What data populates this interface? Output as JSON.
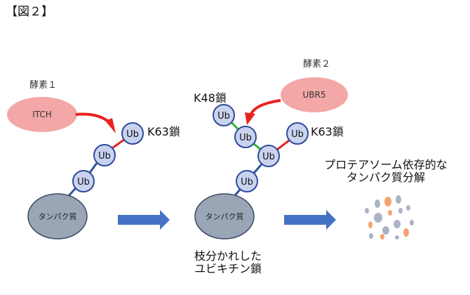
{
  "figure_label": "【図２】",
  "enzyme1": {
    "label": "酵素１",
    "name": "ITCH"
  },
  "enzyme2": {
    "label": "酵素２",
    "name": "UBR5"
  },
  "ubiquitin_label": "Ub",
  "protein_label": "タンパク質",
  "chains": {
    "k63_label": "K63鎖",
    "k48_label": "K48鎖"
  },
  "branched_caption": [
    "枝分かれした",
    "ユビキチン鎖"
  ],
  "degradation_caption": [
    "プロテアソーム依存的な",
    "タンパク質分解"
  ],
  "colors": {
    "enzyme_fill": "#f4a7a7",
    "ub_fill": "#c9d3ef",
    "ub_stroke": "#2f4b9a",
    "protein_fill": "#9aa5b6",
    "link_blue": "#2f5597",
    "k63_red": "#e32626",
    "k48_green": "#2fb52f",
    "arrow_red": "#e8231f",
    "arrow_blue": "#4472c4",
    "dots_orange": "#f3a36f",
    "dots_gray": "#aab4c6"
  }
}
